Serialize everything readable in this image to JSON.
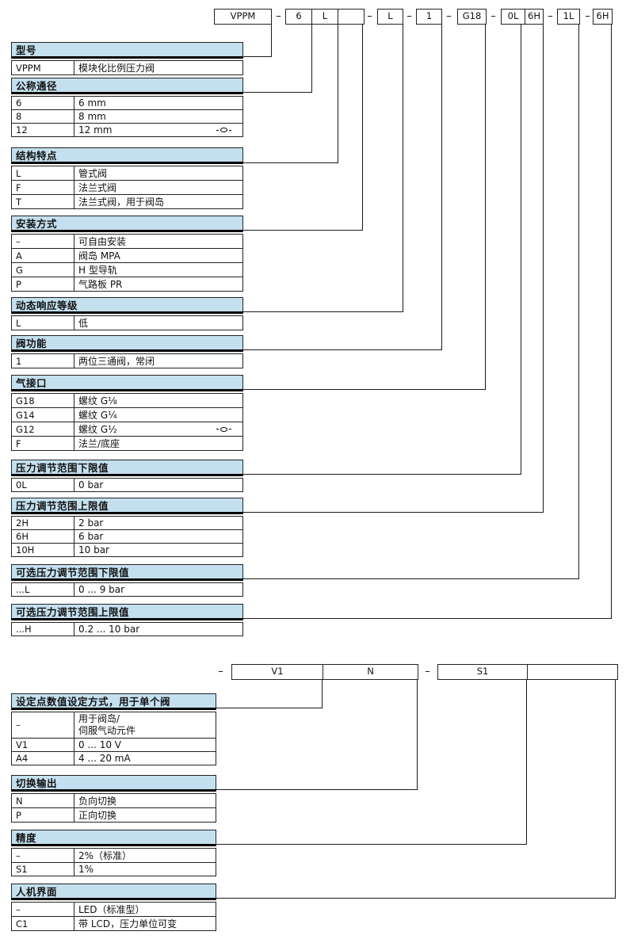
{
  "code_row1": {
    "separator": "–",
    "boxes": [
      {
        "cells": [
          "VPPM"
        ]
      },
      {
        "cells": [
          "6",
          "L",
          ""
        ]
      },
      {
        "cells": [
          "L"
        ]
      },
      {
        "cells": [
          "1"
        ]
      },
      {
        "cells": [
          "G18"
        ]
      },
      {
        "cells": [
          "0L",
          "6H"
        ]
      },
      {
        "cells": [
          "1L"
        ]
      },
      {
        "cells": [
          "6H"
        ]
      }
    ]
  },
  "code_row2": {
    "separator": "–",
    "boxes": [
      {
        "cells": [
          "V1",
          "N"
        ]
      },
      {
        "cells": [
          "S1",
          ""
        ]
      }
    ]
  },
  "sections": [
    {
      "title": "型号",
      "rows": [
        {
          "code": "VPPM",
          "desc": "模块化比例压力阀"
        }
      ]
    },
    {
      "title": "公称通径",
      "rows": [
        {
          "code": "6",
          "desc": "6 mm"
        },
        {
          "code": "8",
          "desc": "8 mm"
        },
        {
          "code": "12",
          "desc": "12 mm",
          "marker": "new-variant"
        }
      ]
    },
    {
      "title": "结构特点",
      "rows": [
        {
          "code": "L",
          "desc": "管式阀"
        },
        {
          "code": "F",
          "desc": "法兰式阀"
        },
        {
          "code": "T",
          "desc": "法兰式阀，用于阀岛"
        }
      ]
    },
    {
      "title": "安装方式",
      "rows": [
        {
          "code": "–",
          "desc": "可自由安装"
        },
        {
          "code": "A",
          "desc": "阀岛 MPA"
        },
        {
          "code": "G",
          "desc": "H 型导轨"
        },
        {
          "code": "P",
          "desc": "气路板 PR"
        }
      ]
    },
    {
      "title": "动态响应等级",
      "rows": [
        {
          "code": "L",
          "desc": "低"
        }
      ]
    },
    {
      "title": "阀功能",
      "rows": [
        {
          "code": "1",
          "desc": "两位三通阀，常闭"
        }
      ]
    },
    {
      "title": "气接口",
      "rows": [
        {
          "code": "G18",
          "desc": "螺纹 G⅛"
        },
        {
          "code": "G14",
          "desc": "螺纹 G¼"
        },
        {
          "code": "G12",
          "desc": "螺纹 G½",
          "marker": "new-variant"
        },
        {
          "code": "F",
          "desc": "法兰/底座"
        }
      ]
    },
    {
      "title": "压力调节范围下限值",
      "rows": [
        {
          "code": "0L",
          "desc": "0 bar"
        }
      ]
    },
    {
      "title": "压力调节范围上限值",
      "rows": [
        {
          "code": "2H",
          "desc": "2 bar"
        },
        {
          "code": "6H",
          "desc": "6 bar"
        },
        {
          "code": "10H",
          "desc": "10 bar"
        }
      ]
    },
    {
      "title": "可选压力调节范围下限值",
      "rows": [
        {
          "code": "...L",
          "desc": "0 ... 9 bar"
        }
      ]
    },
    {
      "title": "可选压力调节范围上限值",
      "rows": [
        {
          "code": "...H",
          "desc": "0.2 ... 10 bar"
        }
      ]
    },
    {
      "title": "设定点数值设定方式，用于单个阀",
      "rows": [
        {
          "code": "–",
          "desc": "用于阀岛/",
          "desc2": "伺服气动元件"
        },
        {
          "code": "V1",
          "desc": "0 ... 10 V"
        },
        {
          "code": "A4",
          "desc": "4 ... 20 mA"
        }
      ]
    },
    {
      "title": "切换输出",
      "rows": [
        {
          "code": "N",
          "desc": "负向切换"
        },
        {
          "code": "P",
          "desc": "正向切换"
        }
      ]
    },
    {
      "title": "精度",
      "rows": [
        {
          "code": "–",
          "desc": "2%（标准）"
        },
        {
          "code": "S1",
          "desc": "1%"
        }
      ]
    },
    {
      "title": "人机界面",
      "rows": [
        {
          "code": "–",
          "desc": "LED（标准型）"
        },
        {
          "code": "C1",
          "desc": "带 LCD，压力单位可变"
        }
      ]
    }
  ],
  "colors": {
    "header_bg": "#c4e0ef",
    "line": "#1a1a1a"
  }
}
